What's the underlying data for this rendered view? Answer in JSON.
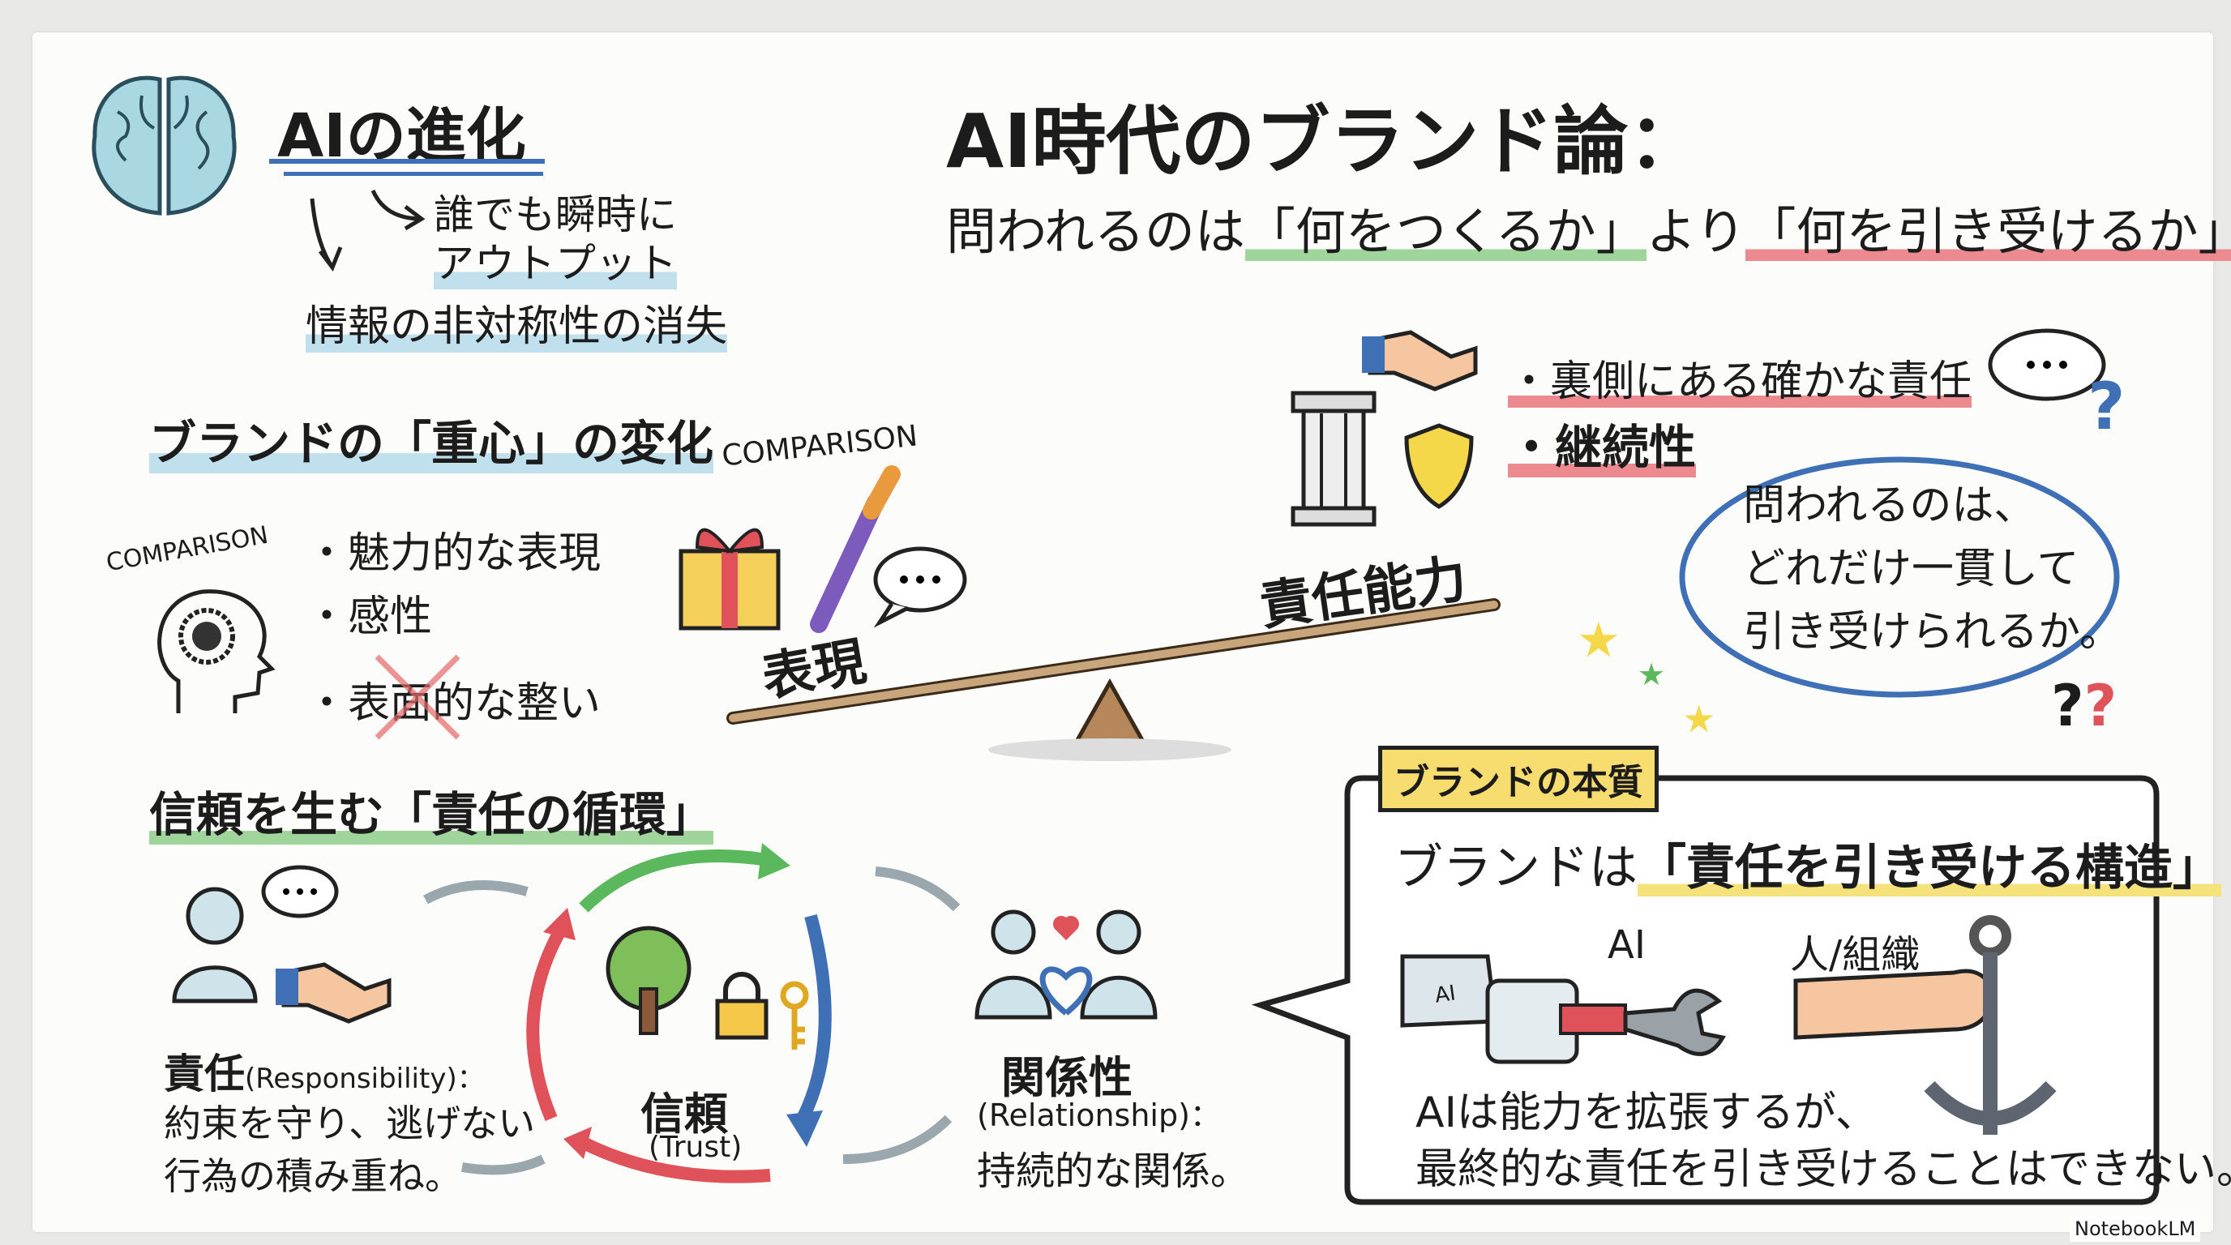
{
  "title": "AI時代のブランド論：",
  "subtitle": {
    "prefix": "問われるのは",
    "part1": "「何をつくるか」",
    "mid": "より",
    "part2": "「何を引き受けるか」"
  },
  "ai_evolution": {
    "heading": "AIの進化",
    "point1_line1": "誰でも瞬時に",
    "point1_line2": "アウトプット",
    "point2": "情報の非対称性の消失"
  },
  "shift": {
    "heading": "ブランドの「重心」の変化",
    "comparison_label": "COMPARISON",
    "bullets": [
      "・魅力的な表現",
      "・感性",
      "・表面的な整い"
    ]
  },
  "seesaw": {
    "left_label": "表現",
    "left_comparison": "COMPARISON",
    "right_label": "責任能力",
    "right_bullets": [
      "・裏側にある確かな責任",
      "・継続性"
    ]
  },
  "question_bubble": {
    "lines": [
      "問われるのは、",
      "どれだけ一貫して",
      "引き受けられるか。"
    ]
  },
  "cycle": {
    "heading": "信頼を生む「責任の循環」",
    "responsibility": {
      "title": "責任",
      "en": "(Responsibility)：",
      "lines": [
        "約束を守り、逃げない",
        "行為の積み重ね。"
      ]
    },
    "trust": {
      "title": "信頼",
      "en": "(Trust)"
    },
    "relationship": {
      "title": "関係性",
      "en": "(Relationship)：",
      "line": "持続的な関係。"
    }
  },
  "essence": {
    "tag": "ブランドの本質",
    "statement_prefix": "ブランドは",
    "statement": "「責任を引き受ける構造」",
    "ai_label": "AI",
    "human_label": "人/組織",
    "robot_arm_text": "AI",
    "conclusion": [
      "AIは能力を拡張するが、",
      "最終的な責任を引き受けることはできない。"
    ]
  },
  "watermark": "NotebookLM",
  "colors": {
    "blue": "#3f6fb5",
    "green": "#5cb85c",
    "red": "#e0525a",
    "yellow": "#f5d84a"
  }
}
